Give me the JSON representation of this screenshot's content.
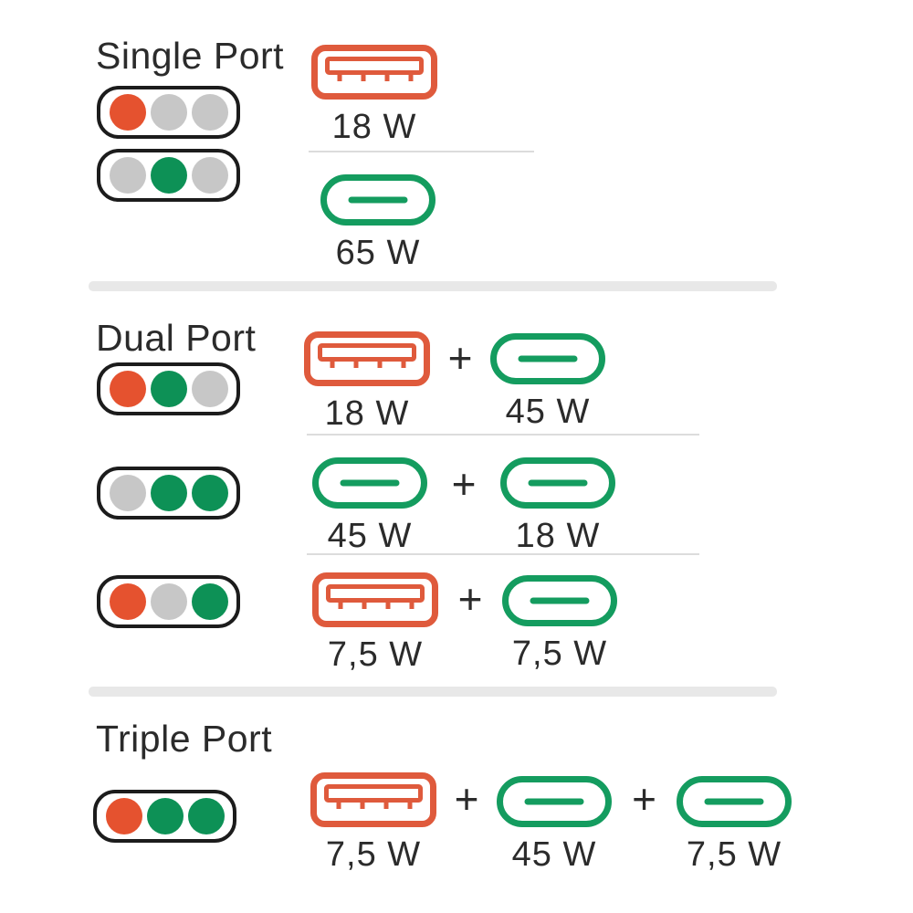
{
  "plus": "+",
  "colors": {
    "text": "#2b2b2b",
    "outline": "#1c1c1c",
    "orange-stroke": "#df5a3c",
    "orange-dot": "#e5522f",
    "green-stroke": "#149c5f",
    "green-dot": "#0d9156",
    "gray-dot": "#c7c7c7",
    "divider-thin": "#dcdcdc",
    "divider-thick": "#e8e8e8",
    "background": "#ffffff"
  },
  "sections": [
    {
      "title": "Single Port",
      "rows": [
        {
          "indicator": [
            "orange",
            "gray",
            "gray"
          ],
          "ports": [
            {
              "type": "usb-a",
              "wattage": "18 W"
            }
          ]
        },
        {
          "indicator": [
            "gray",
            "green",
            "gray"
          ],
          "ports": [
            {
              "type": "usb-c",
              "wattage": "65 W"
            }
          ]
        }
      ]
    },
    {
      "title": "Dual Port",
      "rows": [
        {
          "indicator": [
            "orange",
            "green",
            "gray"
          ],
          "ports": [
            {
              "type": "usb-a",
              "wattage": "18 W"
            },
            {
              "type": "usb-c",
              "wattage": "45 W"
            }
          ]
        },
        {
          "indicator": [
            "gray",
            "green",
            "green"
          ],
          "ports": [
            {
              "type": "usb-c",
              "wattage": "45 W"
            },
            {
              "type": "usb-c",
              "wattage": "18 W"
            }
          ]
        },
        {
          "indicator": [
            "orange",
            "gray",
            "green"
          ],
          "ports": [
            {
              "type": "usb-a",
              "wattage": "7,5 W"
            },
            {
              "type": "usb-c",
              "wattage": "7,5 W"
            }
          ]
        }
      ]
    },
    {
      "title": "Triple Port",
      "rows": [
        {
          "indicator": [
            "orange",
            "green",
            "green"
          ],
          "ports": [
            {
              "type": "usb-a",
              "wattage": "7,5 W"
            },
            {
              "type": "usb-c",
              "wattage": "45 W"
            },
            {
              "type": "usb-c",
              "wattage": "7,5 W"
            }
          ]
        }
      ]
    }
  ]
}
